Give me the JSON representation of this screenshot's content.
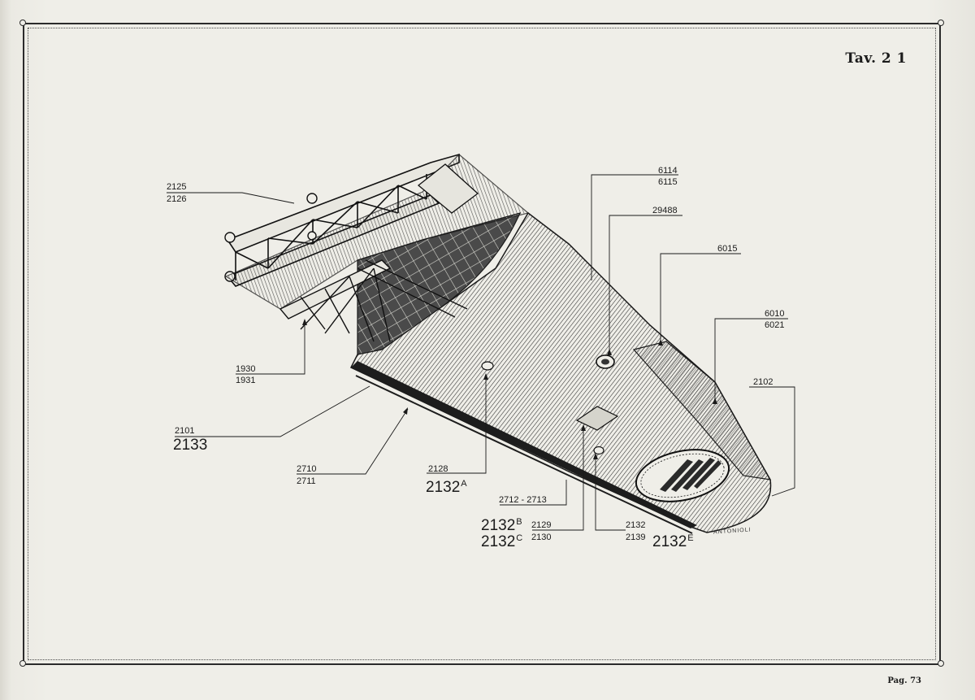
{
  "plate_number": "Tav. 2 1",
  "page_number": "Pag. 73",
  "signature": "ANTONIOLI",
  "labels": {
    "l_2125": "2125",
    "l_2126": "2126",
    "l_1930": "1930",
    "l_1931": "1931",
    "l_2101": "2101",
    "l_2133": "2133",
    "l_2710": "2710",
    "l_2711": "2711",
    "l_2128": "2128",
    "l_2132a": "2132",
    "l_2132a_sup": "A",
    "l_2712": "2712 - 2713",
    "l_2132b": "2132",
    "l_2132b_sup": "B",
    "l_2132c": "2132",
    "l_2132c_sup": "C",
    "l_2129": "2129",
    "l_2130": "2130",
    "l_2132": "2132",
    "l_2139": "2139",
    "l_2132e": "2132",
    "l_2132e_sup": "E",
    "l_6114": "6114",
    "l_6115": "6115",
    "l_29488": "29488",
    "l_6015": "6015",
    "l_6010": "6010",
    "l_6021": "6021",
    "l_2102": "2102"
  }
}
